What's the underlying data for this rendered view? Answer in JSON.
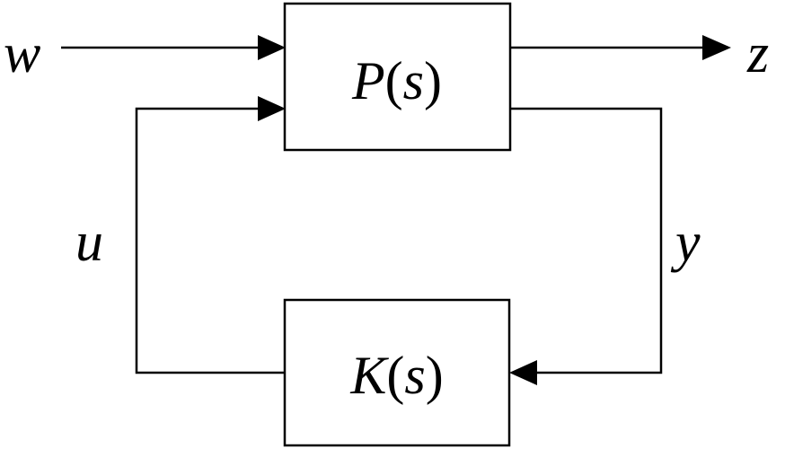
{
  "diagram": {
    "blocks": {
      "plant": {
        "name": "P",
        "arg": "s"
      },
      "controller": {
        "name": "K",
        "arg": "s"
      }
    },
    "signals": {
      "w": "w",
      "z": "z",
      "u": "u",
      "y": "y"
    }
  },
  "colors": {
    "stroke": "#000000",
    "background": "#ffffff"
  }
}
